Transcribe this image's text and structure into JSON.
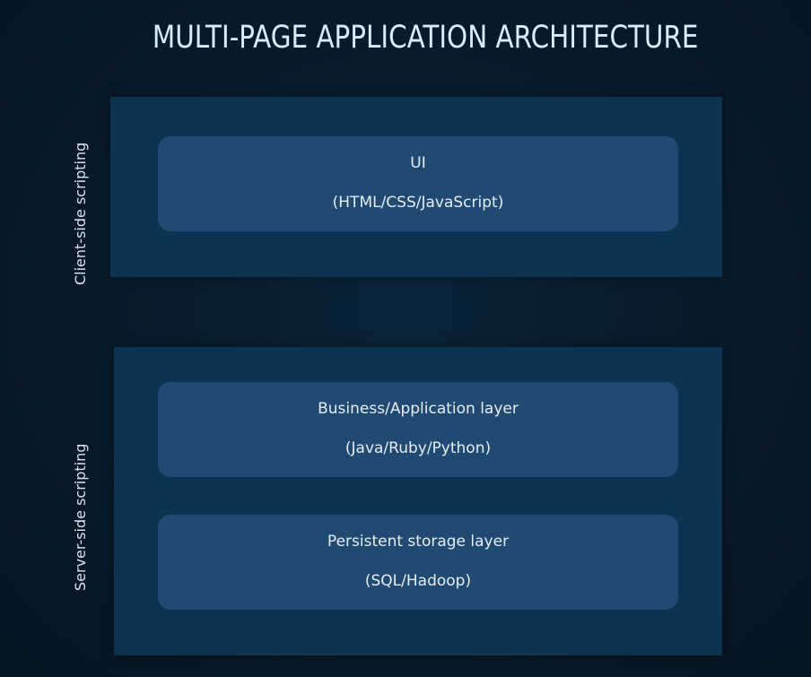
{
  "title": "MULTI-PAGE APPLICATION ARCHITECTURE",
  "client_side": {
    "label": "Client-side scripting",
    "layers": [
      {
        "name": "UI",
        "tech": "(HTML/CSS/JavaScript)"
      }
    ]
  },
  "server_side": {
    "label": "Server-side scripting",
    "layers": [
      {
        "name": "Business/Application layer",
        "tech": "(Java/Ruby/Python)"
      },
      {
        "name": "Persistent storage layer",
        "tech": "(SQL/Hadoop)"
      }
    ]
  },
  "colors": {
    "background": "#081a2a",
    "panel": "#0c3350",
    "layer_box": "#214a73",
    "title_text": "#d7ecff",
    "body_text": "#e6edf4"
  }
}
